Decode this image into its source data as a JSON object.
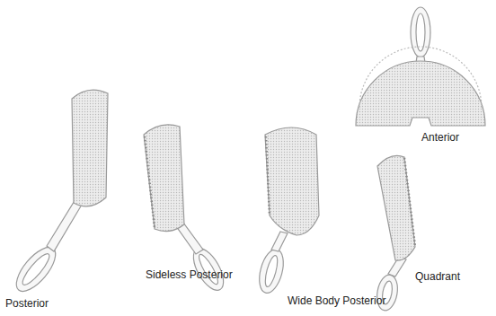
{
  "diagram": {
    "labels": [
      "Anterior",
      "Posterior",
      "Sideless Posterior",
      "Wide Body Posterior",
      "Quadrant"
    ]
  }
}
